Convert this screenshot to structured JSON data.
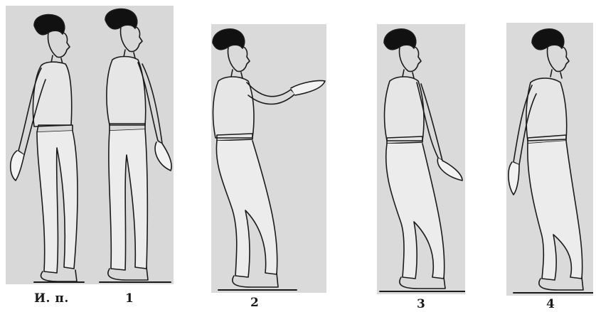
{
  "captions": {
    "start": "И. п.",
    "step1": "1",
    "step2": "2",
    "step3": "3",
    "step4": "4"
  },
  "colors": {
    "paper": "#d9d9d9",
    "ink": "#1a1a1a",
    "hair": "#111111"
  }
}
